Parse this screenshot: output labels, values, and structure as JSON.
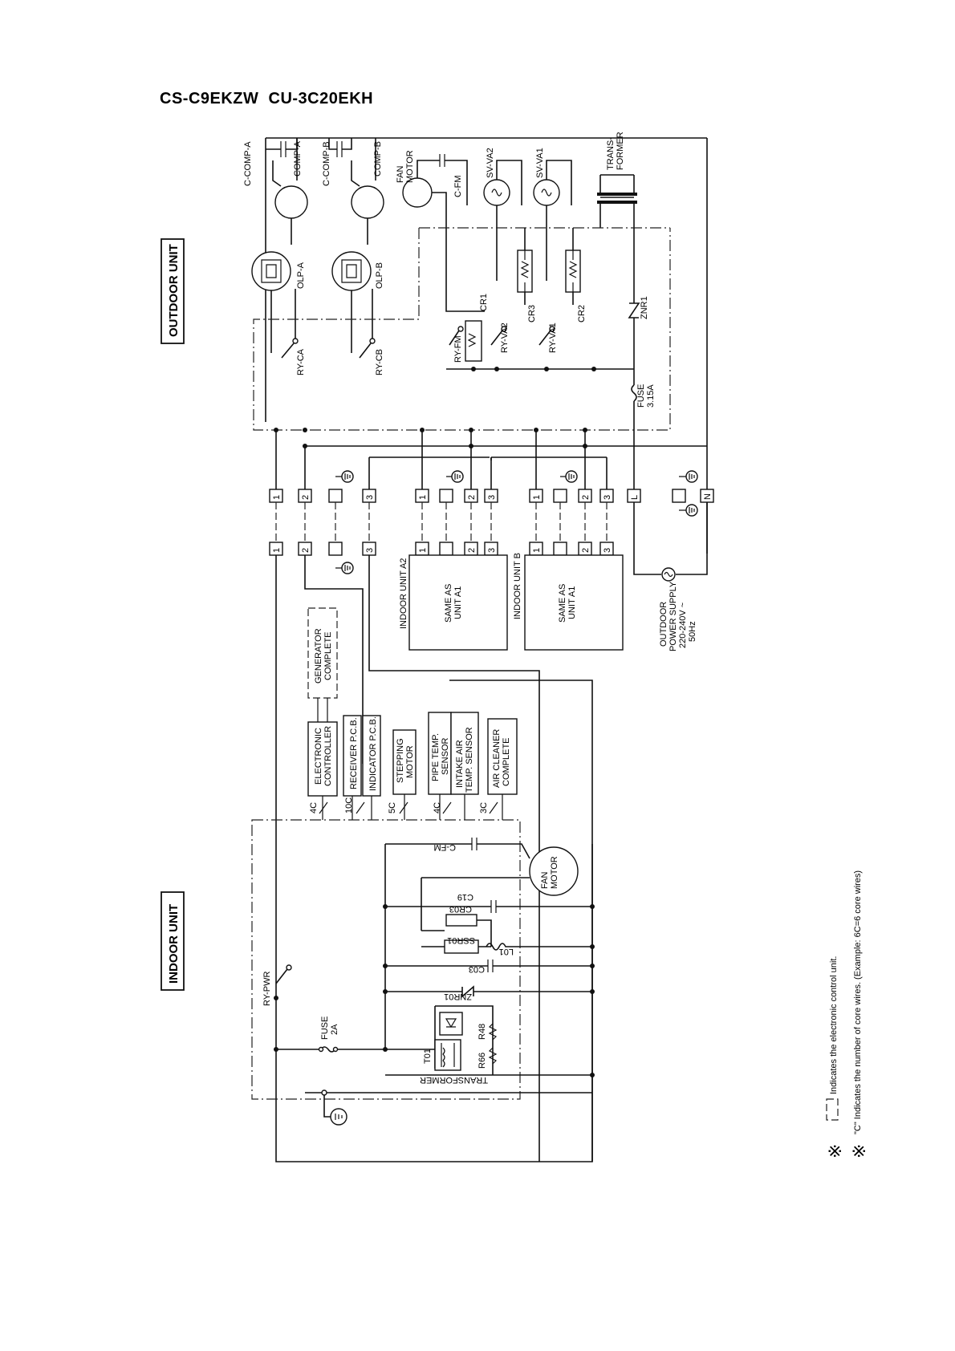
{
  "title": "CS-C9EKZW  CU-3C20EKH",
  "sections": {
    "outdoor": "OUTDOOR UNIT",
    "indoor": "INDOOR UNIT"
  },
  "outdoor_components": {
    "c_comp_a": "C-COMP-A",
    "comp_a": "COMP-A",
    "c_comp_b": "C-COMP-B",
    "comp_b": "COMP-B",
    "fan_motor": [
      "FAN",
      "MOTOR"
    ],
    "c_fm": "C-FM",
    "sv_va2": "SV-VA2",
    "sv_va1": "SV-VA1",
    "transformer": [
      "TRANS-",
      "FORMER"
    ],
    "olp_a": "OLP-A",
    "olp_b": "OLP-B",
    "cr1": "CR1",
    "cr2": "CR2",
    "cr3": "CR3",
    "ry_fm": "RY-FM",
    "ry_va2": "RY-VA2",
    "ry_va1": "RY-VA1",
    "znr1": "ZNR1",
    "ry_ca": "RY-CA",
    "ry_cb": "RY-CB",
    "fuse": [
      "FUSE",
      "3.15A"
    ]
  },
  "terminals": {
    "main": [
      "1",
      "2",
      "3"
    ],
    "a2": [
      "1",
      "2",
      "3"
    ],
    "b": [
      "1",
      "2",
      "3"
    ],
    "power": [
      "L",
      "N"
    ]
  },
  "indoor_units": {
    "a2": {
      "name": "INDOOR UNIT A2",
      "body": [
        "SAME AS",
        "UNIT A1"
      ]
    },
    "b": {
      "name": "INDOOR UNIT B",
      "body": [
        "SAME AS",
        "UNIT A1"
      ]
    }
  },
  "power_supply": [
    "OUTDOOR",
    "POWER SUPPLY",
    "220-240V ~",
    "50Hz"
  ],
  "indoor_modules": {
    "generator": [
      "GENERATOR",
      "COMPLETE"
    ],
    "electronic_controller": [
      "ELECTRONIC",
      "CONTROLLER"
    ],
    "receiver": "RECEIVER P.C.B.",
    "indicator": "INDICATOR P.C.B.",
    "stepping_motor": [
      "STEPPING",
      "MOTOR"
    ],
    "pipe_temp": [
      "PIPE TEMP.",
      "SENSOR"
    ],
    "intake_air": [
      "INTAKE AIR",
      "TEMP. SENSOR"
    ],
    "air_cleaner": [
      "AIR CLEANER",
      "COMPLETE"
    ]
  },
  "core_counts": [
    "4C",
    "10C",
    "5C",
    "4C",
    "3C"
  ],
  "indoor_components": {
    "c_fm": "C-FM",
    "fan_motor": [
      "FAN",
      "MOTOR"
    ],
    "c19": "C19",
    "cr03": "CR03",
    "ssr01": "SSR01",
    "l01": "L01",
    "c03": "C03",
    "znr01": "ZNR01",
    "ry_pwr": "RY-PWR",
    "fuse": [
      "FUSE",
      "2A"
    ],
    "t01": "T01",
    "r48": "R48",
    "r66": "R66",
    "transformer": "TRANSFORMER"
  },
  "notes": {
    "symbol": "※",
    "note1": "Indicates the electronic control unit.",
    "note2": "\"C\"  Indicates the number of core wires. (Example: 6C=6 core wires)"
  }
}
